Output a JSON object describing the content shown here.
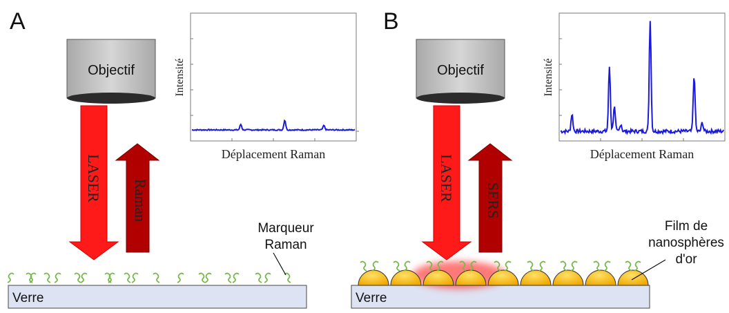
{
  "panels": {
    "a": {
      "letter": "A",
      "objective_label": "Objectif",
      "laser_label": "LASER",
      "return_label": "Raman",
      "marker_label_line1": "Marqueur",
      "marker_label_line2": "Raman",
      "substrate_label": "Verre",
      "spectrum": {
        "ylabel": "Intensité",
        "xlabel": "Déplacement Raman",
        "peaks": [
          {
            "x": 0.3,
            "height": 0.05
          },
          {
            "x": 0.57,
            "height": 0.09
          },
          {
            "x": 0.81,
            "height": 0.04
          }
        ]
      }
    },
    "b": {
      "letter": "B",
      "objective_label": "Objectif",
      "laser_label": "LASER",
      "return_label": "SERS",
      "film_label_line1": "Film de",
      "film_label_line2": "nanosphères",
      "film_label_line3": "d'or",
      "substrate_label": "Verre",
      "spectrum": {
        "ylabel": "Intensité",
        "xlabel": "Déplacement Raman",
        "peaks": [
          {
            "x": 0.07,
            "height": 0.14
          },
          {
            "x": 0.3,
            "height": 0.52
          },
          {
            "x": 0.33,
            "height": 0.2
          },
          {
            "x": 0.37,
            "height": 0.06
          },
          {
            "x": 0.55,
            "height": 0.9
          },
          {
            "x": 0.82,
            "height": 0.45
          },
          {
            "x": 0.87,
            "height": 0.07
          }
        ]
      }
    }
  },
  "colors": {
    "laser": "#ff1a1a",
    "raman_return": "#b00000",
    "spectrum_line": "#1a1adc",
    "glass_fill": "#dde3f3",
    "gold": "#f2b400",
    "glow": "#ff3030",
    "marker": "#77b84a"
  }
}
